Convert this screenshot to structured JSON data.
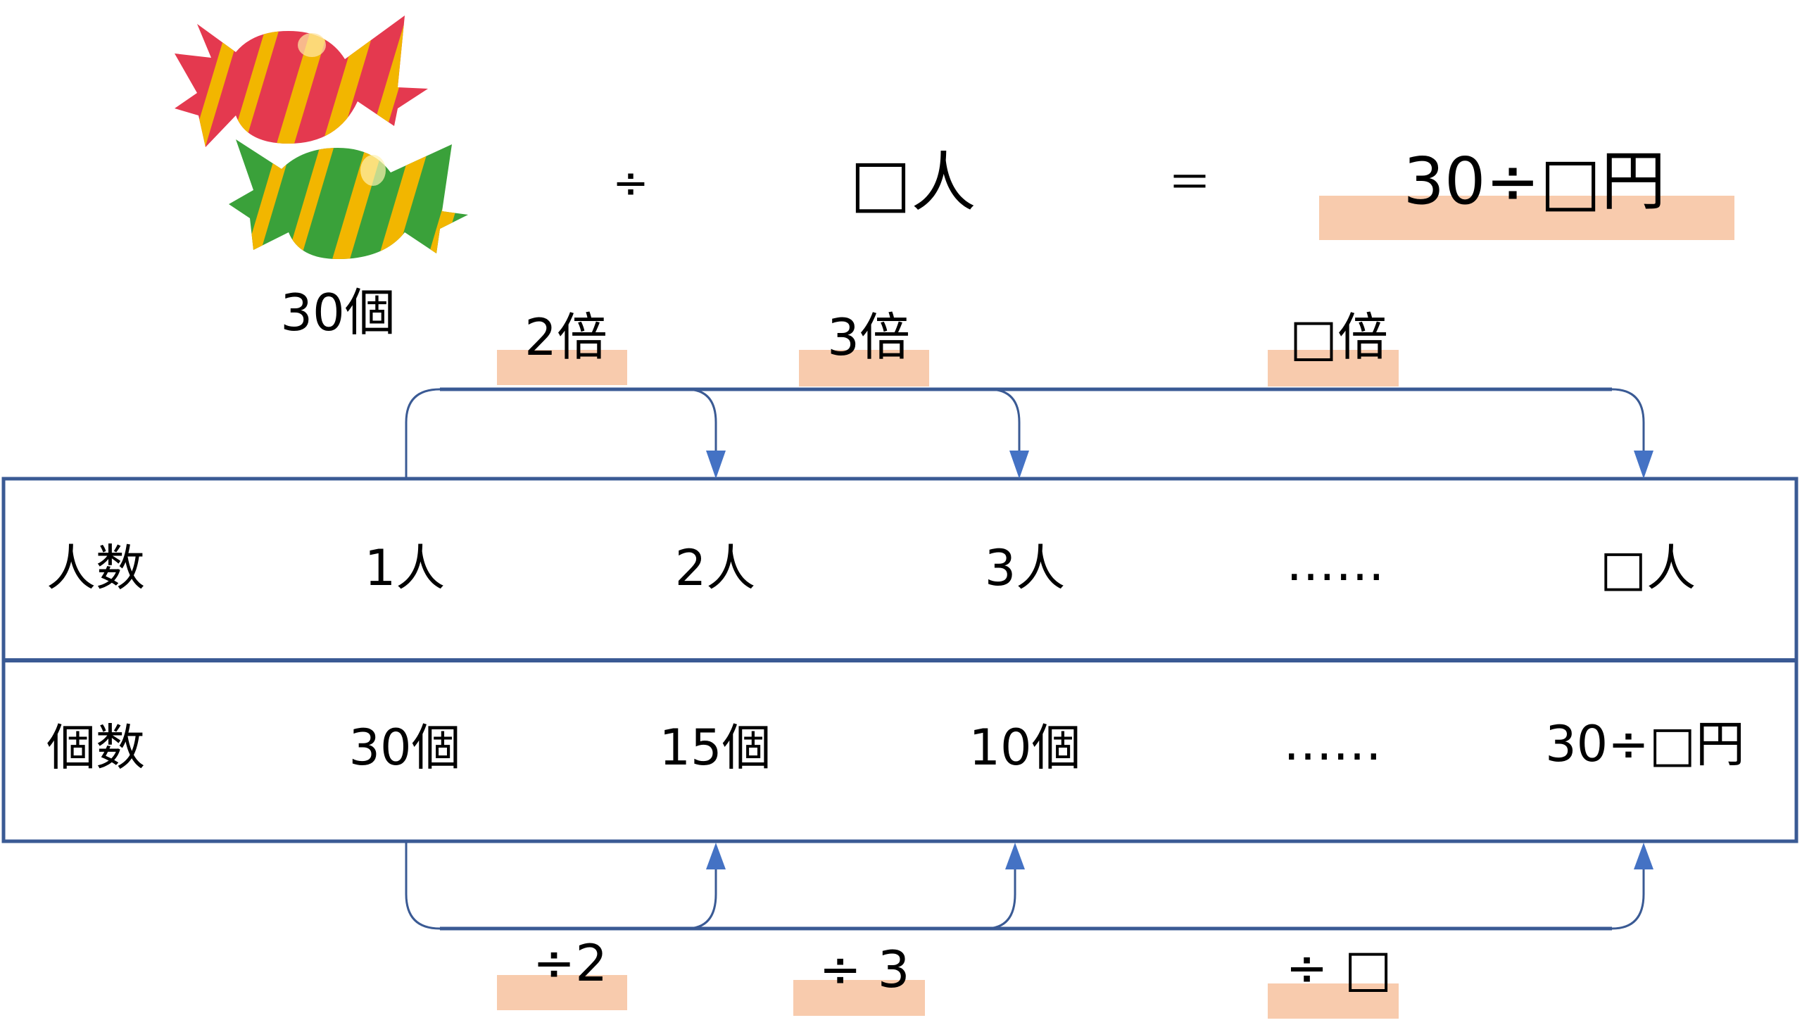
{
  "equation": {
    "candy_count": "30個",
    "divide": "÷",
    "people": "□人",
    "equals": "＝",
    "result": "30÷□円"
  },
  "multipliers_top": [
    "2倍",
    "3倍",
    "□倍"
  ],
  "divisors_bottom": [
    "÷2",
    "÷ 3",
    "÷ □"
  ],
  "table": {
    "rows": [
      {
        "label": "人数",
        "cells": [
          "1人",
          "2人",
          "3人",
          "……",
          "□人"
        ]
      },
      {
        "label": "個数",
        "cells": [
          "30個",
          "15個",
          "10個",
          "……",
          "30÷□円"
        ]
      }
    ]
  },
  "colors": {
    "line": "#3a5a94",
    "arrow": "#4472c4",
    "highlight": "#f8cbad",
    "candy_red": "#e4394f",
    "candy_green": "#3aa13a",
    "candy_stripe": "#f2b600"
  }
}
